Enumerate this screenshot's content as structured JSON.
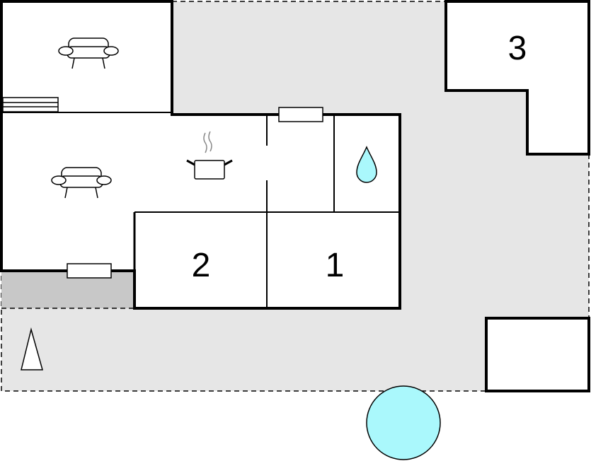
{
  "rooms": {
    "room_1_label": "1",
    "room_2_label": "2",
    "room_3_label": "3"
  },
  "icons": [
    "sofa-icon",
    "sofa-icon",
    "cooking-pot-icon",
    "water-drop-icon",
    "north-arrow-icon",
    "pool-icon",
    "stairs-icon",
    "window-icon"
  ],
  "colors": {
    "terrace": "#e6e6e6",
    "covered_area": "#c8c8c8",
    "pool": "#aaf8fc",
    "walls": "#000000"
  }
}
